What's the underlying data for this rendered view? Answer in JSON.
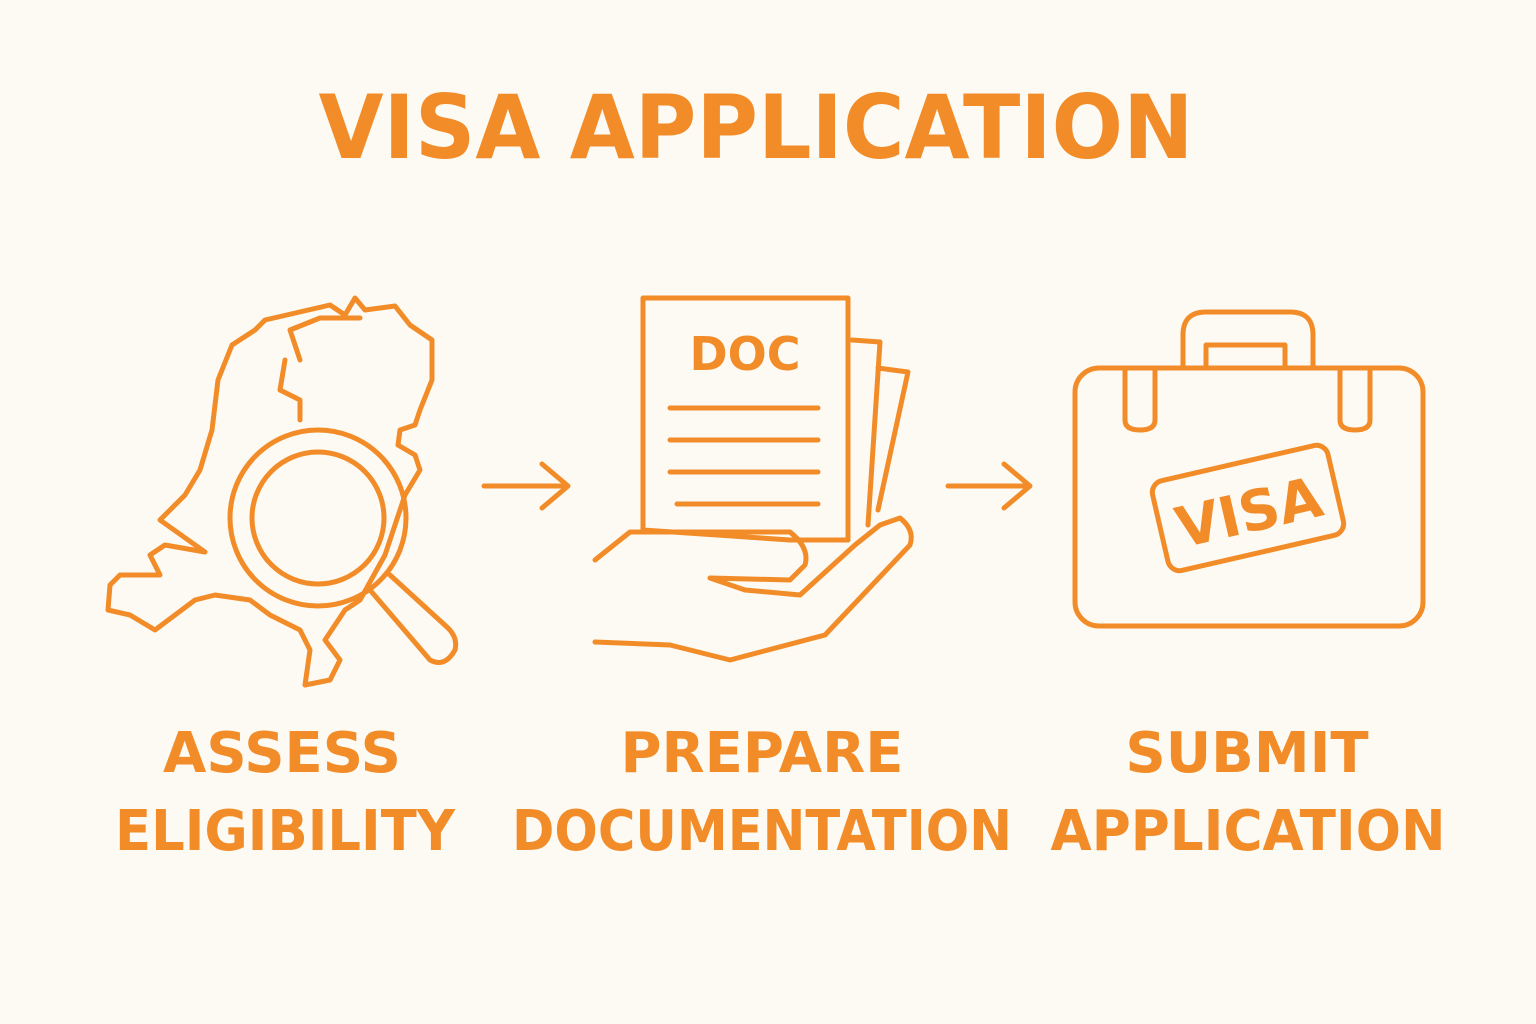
{
  "title": "VISA APPLICATION",
  "accent_color": "#F28C28",
  "background_color": "#FDFAF3",
  "steps": [
    {
      "icon": "map-magnifier-icon",
      "line1": "ASSESS",
      "line2": "ELIGIBILITY"
    },
    {
      "icon": "document-in-hand-icon",
      "line1": "PREPARE",
      "line2": "DOCUMENTATION",
      "doc_label": "DOC"
    },
    {
      "icon": "briefcase-visa-icon",
      "line1": "SUBMIT",
      "line2": "APPLICATION",
      "stamp_label": "VISA"
    }
  ]
}
